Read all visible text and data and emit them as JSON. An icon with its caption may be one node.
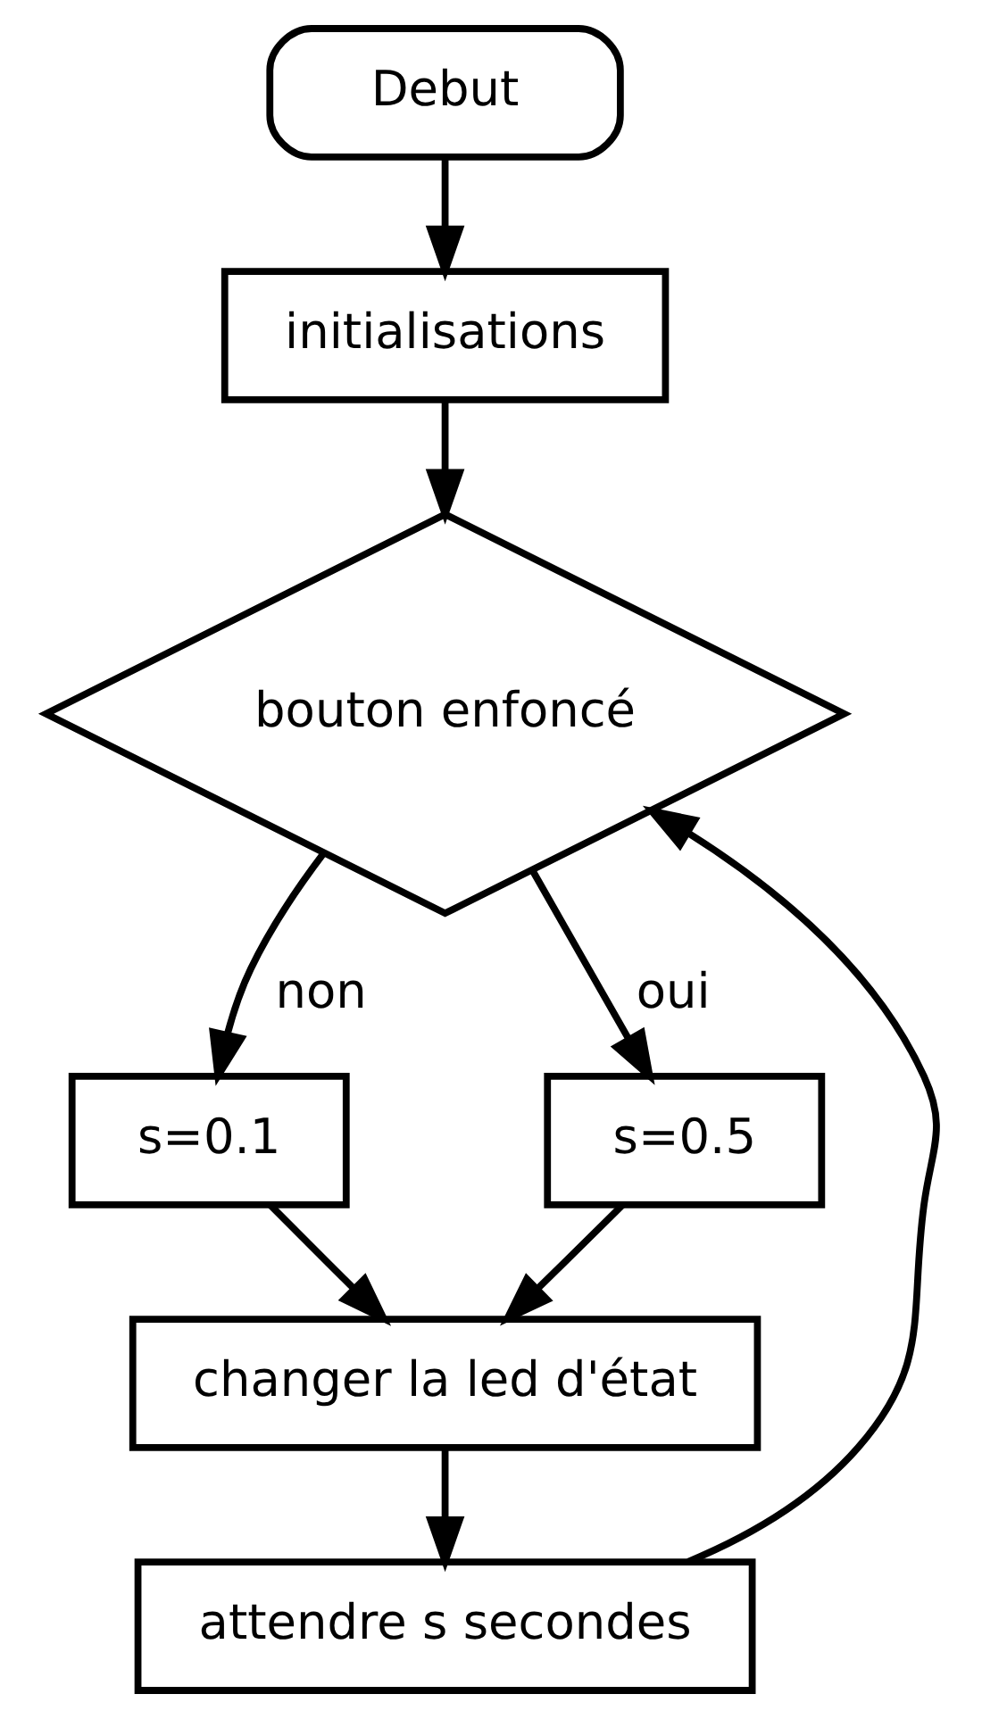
{
  "diagram": {
    "nodes": [
      {
        "text": [
          "Debut"
        ]
      },
      {
        "text": [
          "initialisations"
        ]
      },
      {
        "text": [
          "bouton enfoncé"
        ]
      },
      {
        "text": [
          "s=0.1"
        ]
      },
      {
        "text": [
          "s=0.5"
        ]
      },
      {
        "text": [
          "changer la led d'état"
        ]
      },
      {
        "text": [
          "attendre s secondes"
        ]
      }
    ],
    "edges": [
      {
        "from": 0,
        "to": 1,
        "arrow": "to"
      },
      {
        "from": 1,
        "to": 2,
        "arrow": "to"
      },
      {
        "from": 2,
        "to": 3,
        "arrow": "to",
        "label": "non"
      },
      {
        "from": 2,
        "to": 4,
        "arrow": "to",
        "label": "oui"
      },
      {
        "from": 3,
        "to": 5,
        "arrow": "to"
      },
      {
        "from": 4,
        "to": 5,
        "arrow": "to"
      },
      {
        "from": 5,
        "to": 6,
        "arrow": "to"
      },
      {
        "from": 6,
        "to": 2,
        "arrow": "to"
      }
    ]
  }
}
